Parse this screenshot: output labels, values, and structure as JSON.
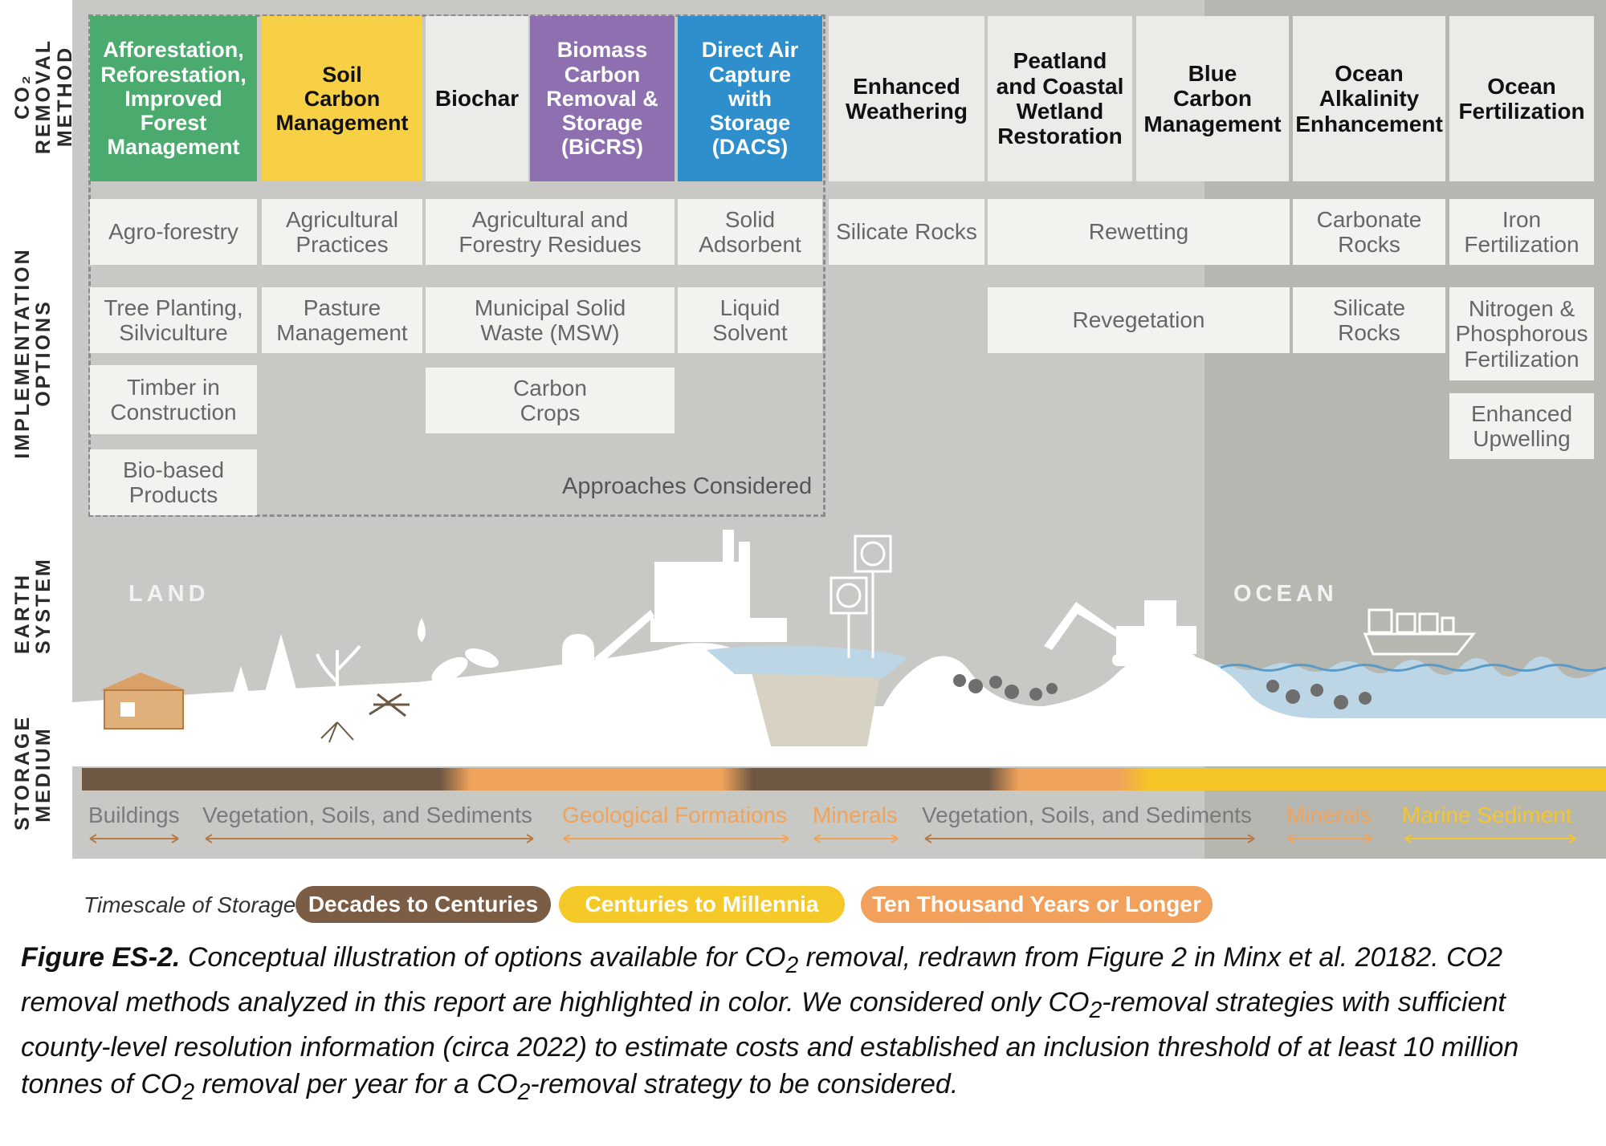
{
  "side_labels": {
    "method": "CO₂ REMOVAL\nMETHOD",
    "implementation": "IMPLEMENTATION\nOPTIONS",
    "earth": "EARTH\nSYSTEM",
    "storage": "STORAGE\nMEDIUM"
  },
  "methods": [
    {
      "label": "Afforestation,\nReforestation,\nImproved\nForest\nManagement",
      "color": "#4bab6e",
      "text_color": "#ffffff",
      "highlighted": true
    },
    {
      "label": "Soil\nCarbon\nManagement",
      "color": "#f7d046",
      "text_color": "#111111",
      "highlighted": true
    },
    {
      "label": "Biochar",
      "color": "#ecebe7",
      "text_color": "#111111",
      "highlighted": false
    },
    {
      "label": "Biomass\nCarbon\nRemoval &\nStorage\n(BiCRS)",
      "color": "#8e6fb0",
      "text_color": "#ffffff",
      "highlighted": true
    },
    {
      "label": "Direct Air\nCapture\nwith\nStorage\n(DACS)",
      "color": "#2e8fcc",
      "text_color": "#ffffff",
      "highlighted": true
    },
    {
      "label": "Enhanced\nWeathering",
      "color": "#ecebe7",
      "text_color": "#111111",
      "highlighted": false
    },
    {
      "label": "Peatland\nand Coastal\nWetland\nRestoration",
      "color": "#ecebe7",
      "text_color": "#111111",
      "highlighted": false
    },
    {
      "label": "Blue\nCarbon\nManagement",
      "color": "#ecebe7",
      "text_color": "#111111",
      "highlighted": false
    },
    {
      "label": "Ocean\nAlkalinity\nEnhancement",
      "color": "#ecebe7",
      "text_color": "#111111",
      "highlighted": false
    },
    {
      "label": "Ocean\nFertilization",
      "color": "#ecebe7",
      "text_color": "#111111",
      "highlighted": false
    }
  ],
  "options": {
    "agro_forestry": "Agro-forestry",
    "tree_planting": "Tree Planting,\nSilviculture",
    "timber": "Timber in\nConstruction",
    "bio_based": "Bio-based\nProducts",
    "agricultural_practices": "Agricultural\nPractices",
    "pasture": "Pasture\nManagement",
    "ag_forestry_residues": "Agricultural and\nForestry Residues",
    "msw": "Municipal Solid\nWaste (MSW)",
    "carbon_crops": "Carbon\nCrops",
    "solid_adsorbent": "Solid\nAdsorbent",
    "liquid_solvent": "Liquid\nSolvent",
    "silicate_rocks_ew": "Silicate Rocks",
    "rewetting": "Rewetting",
    "revegetation": "Revegetation",
    "carbonate_rocks": "Carbonate\nRocks",
    "silicate_rocks_oae": "Silicate\nRocks",
    "iron_fertilization": "Iron\nFertilization",
    "np_fertilization": "Nitrogen &\nPhosphorous\nFertilization",
    "enhanced_upwelling": "Enhanced\nUpwelling"
  },
  "approaches_label": "Approaches Considered",
  "earth": {
    "land": "LAND",
    "ocean": "OCEAN"
  },
  "storage_media": [
    {
      "label": "Buildings",
      "color": "#7a7a7a"
    },
    {
      "label": "Vegetation, Soils, and Sediments",
      "color": "#7a7a7a"
    },
    {
      "label": "Geological Formations",
      "color": "#f0a35a"
    },
    {
      "label": "Minerals",
      "color": "#f0a35a"
    },
    {
      "label": "Vegetation, Soils, and Sediments",
      "color": "#7a7a7a"
    },
    {
      "label": "Minerals",
      "color": "#f0a35a"
    },
    {
      "label": "Marine Sediment",
      "color": "#f5c530"
    }
  ],
  "timescale": {
    "label": "Timescale of Storage:",
    "items": [
      {
        "label": "Decades to Centuries",
        "color": "#7b5d45"
      },
      {
        "label": "Centuries to Millennia",
        "color": "#f5c928"
      },
      {
        "label": "Ten Thousand Years or Longer",
        "color": "#f1a15c"
      }
    ]
  },
  "caption": {
    "figure": "Figure ES-2.",
    "text_1": " Conceptual illustration of options available for CO",
    "sub_1": "2",
    "text_2": " removal, redrawn from Figure 2 in Minx et al. 20182. CO2 removal methods analyzed in this report are highlighted in color. We considered only CO",
    "sub_2": "2",
    "text_3": "-removal strategies with sufficient county-level resolution information (circa 2022) to estimate costs and established an inclusion threshold of at least 10 million tonnes of CO",
    "sub_3": "2",
    "text_4": " removal per year for a CO",
    "sub_4": "2",
    "text_5": "-removal strategy to be considered."
  },
  "colors": {
    "panel_gray": "#c8c8c4",
    "ocean_gray": "#b7b7b2",
    "ground": "#ffffff",
    "water": "#bcd6e6"
  }
}
